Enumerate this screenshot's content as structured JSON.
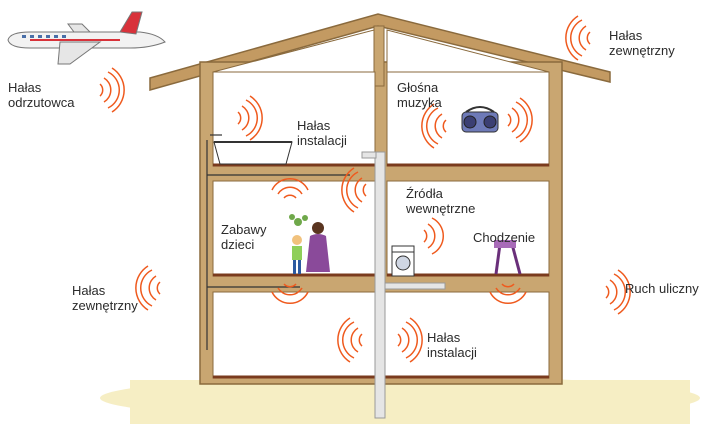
{
  "colors": {
    "wall": "#c9a671",
    "wall_edge": "#8a6a3d",
    "roof": "#b8905a",
    "floor": "#7a3b1e",
    "ground": "#f6eec4",
    "wave": "#ef5a1e",
    "pipe": "#dcdcdc"
  },
  "labels": {
    "jet_noise": "Hałas\nodrzutowca",
    "external_noise_top": "Hałas\nzewnętrzny",
    "installation_noise_top": "Hałas\ninstalacji",
    "loud_music": "Głośna\nmuzyka",
    "internal_sources": "Źródła\nwewnętrzne",
    "children_play": "Zabawy\ndzieci",
    "walking": "Chodzenie",
    "external_noise_left": "Hałas\nzewnętrzny",
    "street_traffic": "Ruch uliczny",
    "installation_noise_bottom": "Hałas\ninstalacji"
  },
  "icons": [
    "airplane-icon",
    "sound-wave-icon",
    "bathtub-icon",
    "boombox-icon",
    "washing-machine-icon",
    "family-icon",
    "walking-legs-icon",
    "drain-pipe-icon"
  ]
}
